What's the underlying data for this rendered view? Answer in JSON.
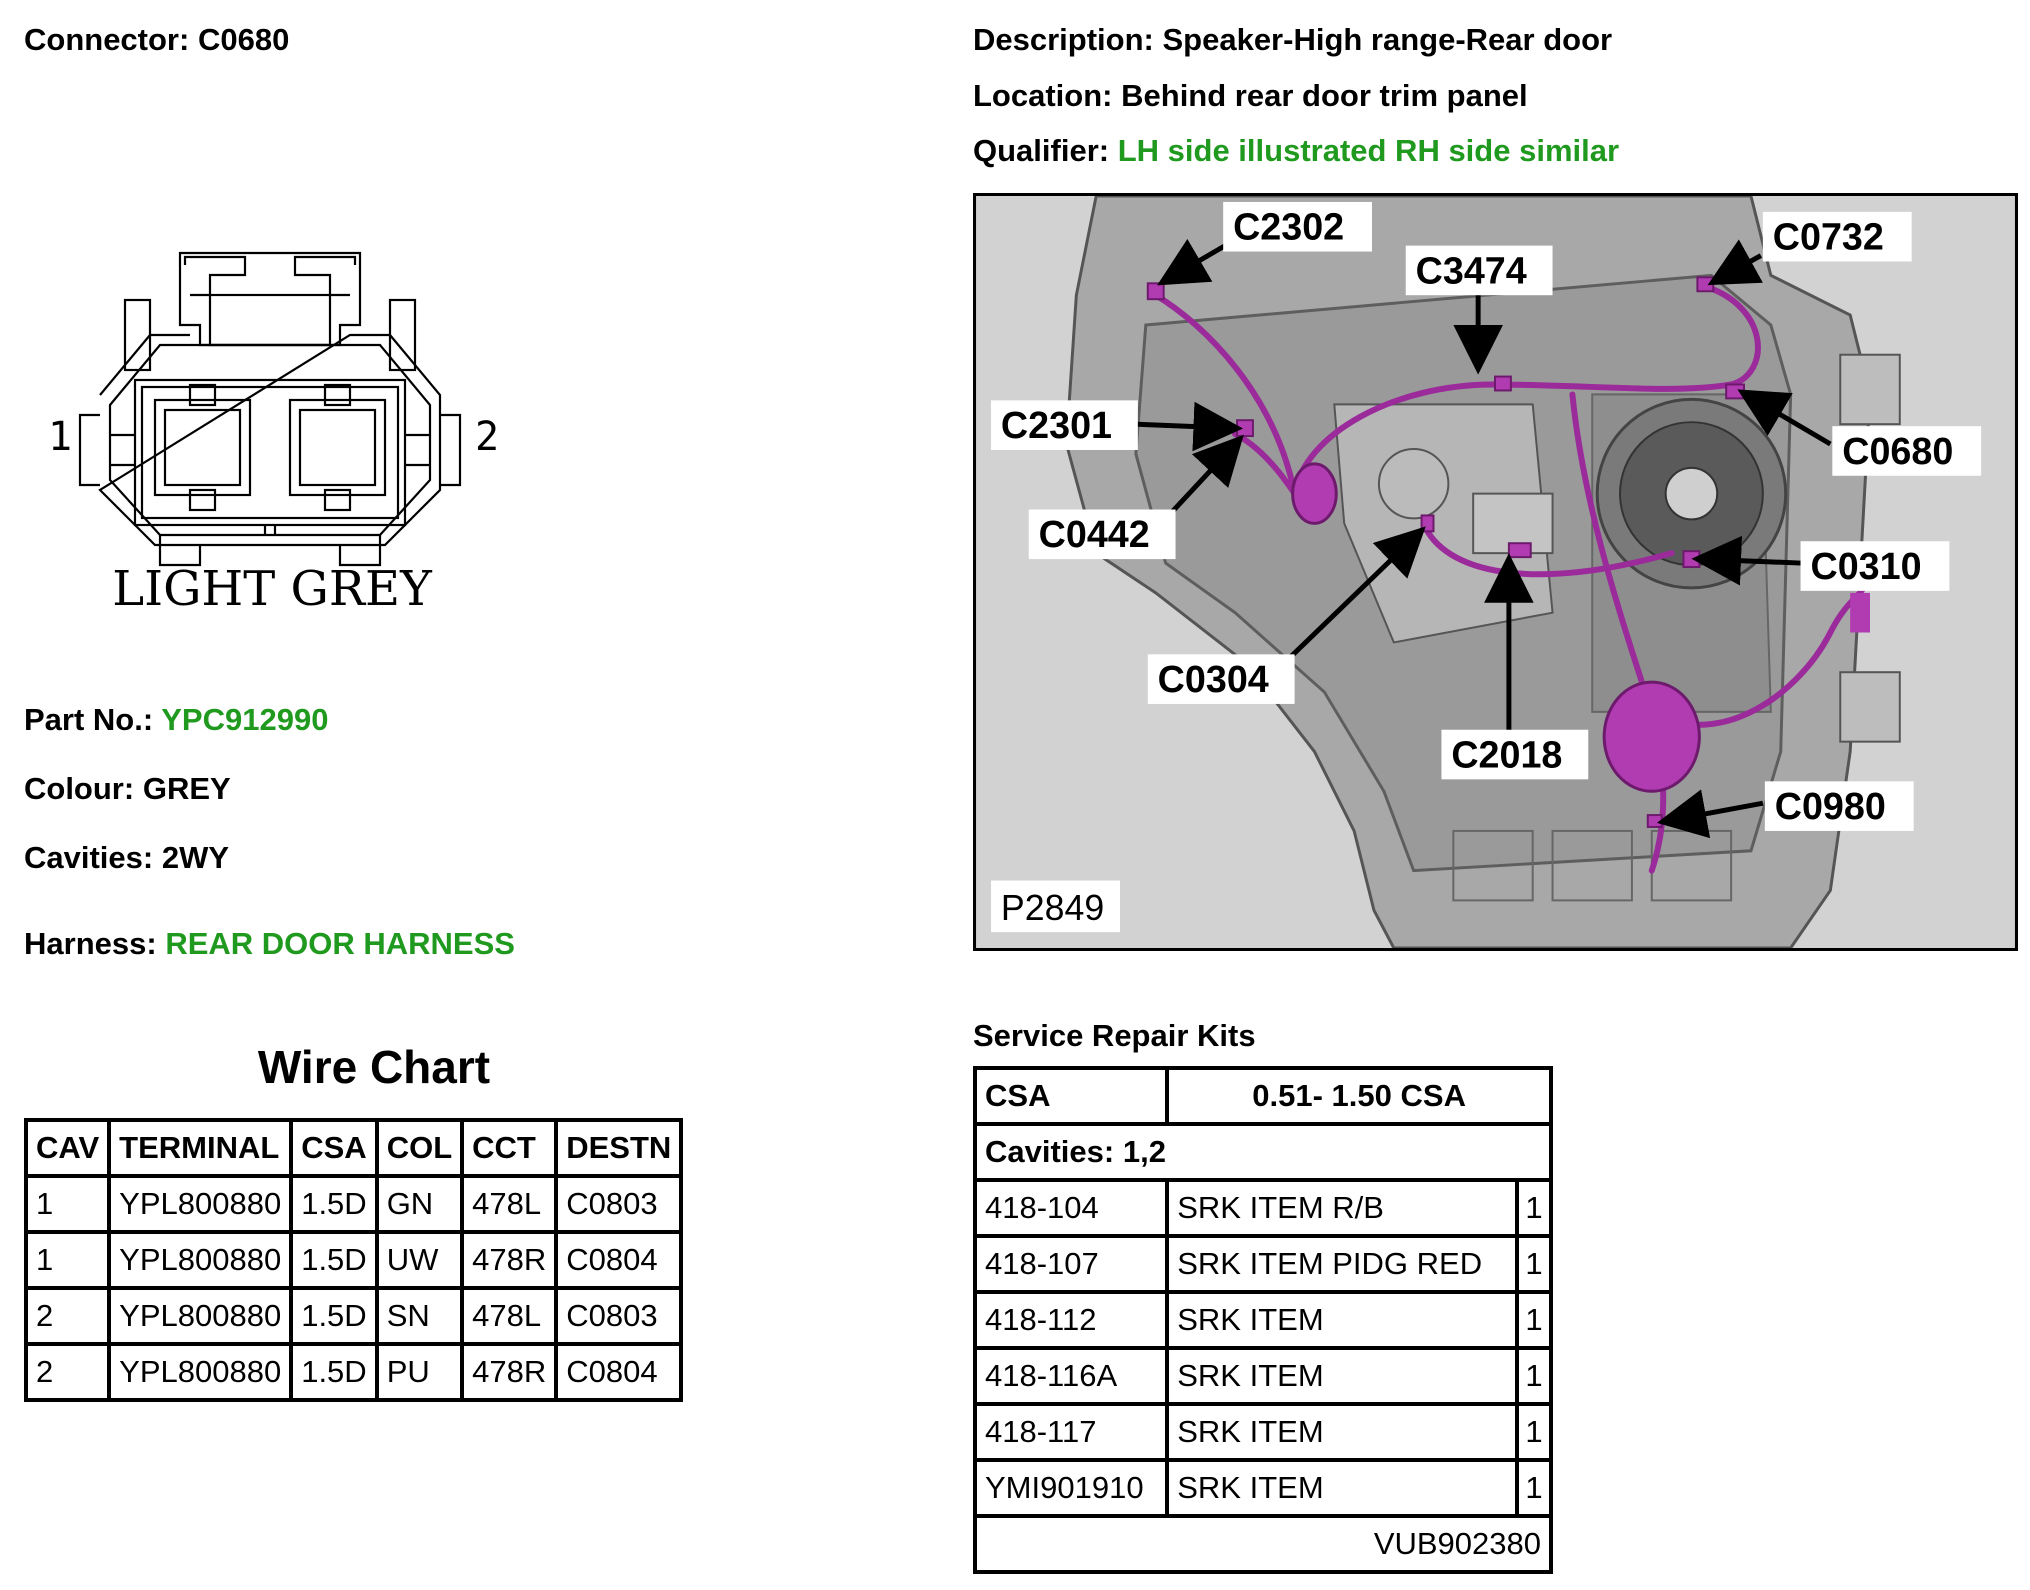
{
  "header": {
    "connector_label": "Connector:",
    "connector_value": "C0680",
    "description_label": "Description:",
    "description_value": "Speaker-High range-Rear door",
    "location_label": "Location:",
    "location_value": "Behind rear door trim panel",
    "qualifier_label": "Qualifier:",
    "qualifier_value": "LH side illustrated RH side similar"
  },
  "drawing": {
    "pin_left": "1",
    "pin_right": "2",
    "colour_caption": "LIGHT GREY"
  },
  "details": {
    "part_no_label": "Part No.:",
    "part_no_value": "YPC912990",
    "colour_label": "Colour:",
    "colour_value": "GREY",
    "cavities_label": "Cavities:",
    "cavities_value": "2WY",
    "harness_label": "Harness:",
    "harness_value": "REAR DOOR HARNESS"
  },
  "wire_chart": {
    "title": "Wire Chart",
    "headers": [
      "CAV",
      "TERMINAL",
      "CSA",
      "COL",
      "CCT",
      "DESTN"
    ],
    "rows": [
      [
        "1",
        "YPL800880",
        "1.5D",
        "GN",
        "478L",
        "C0803"
      ],
      [
        "1",
        "YPL800880",
        "1.5D",
        "UW",
        "478R",
        "C0804"
      ],
      [
        "2",
        "YPL800880",
        "1.5D",
        "SN",
        "478L",
        "C0803"
      ],
      [
        "2",
        "YPL800880",
        "1.5D",
        "PU",
        "478R",
        "C0804"
      ]
    ]
  },
  "photo": {
    "ref": "P2849",
    "callouts": {
      "c2302": "C2302",
      "c3474": "C3474",
      "c0732": "C0732",
      "c2301": "C2301",
      "c0680": "C0680",
      "c0442": "C0442",
      "c0310": "C0310",
      "c0304": "C0304",
      "c2018": "C2018",
      "c0980": "C0980"
    }
  },
  "service_kits": {
    "title": "Service Repair Kits",
    "csa_label": "CSA",
    "csa_value": "0.51- 1.50 CSA",
    "cavities": "Cavities: 1,2",
    "rows": [
      [
        "418-104",
        "SRK ITEM R/B",
        "1"
      ],
      [
        "418-107",
        "SRK ITEM PIDG RED",
        "1"
      ],
      [
        "418-112",
        "SRK ITEM",
        "1"
      ],
      [
        "418-116A",
        "SRK ITEM",
        "1"
      ],
      [
        "418-117",
        "SRK ITEM",
        "1"
      ],
      [
        "YMI901910",
        "SRK ITEM",
        "1"
      ]
    ],
    "footer": "VUB902380"
  },
  "colors": {
    "green_text": "#1f9a1f",
    "harness_purple": "#9b2a9b"
  }
}
